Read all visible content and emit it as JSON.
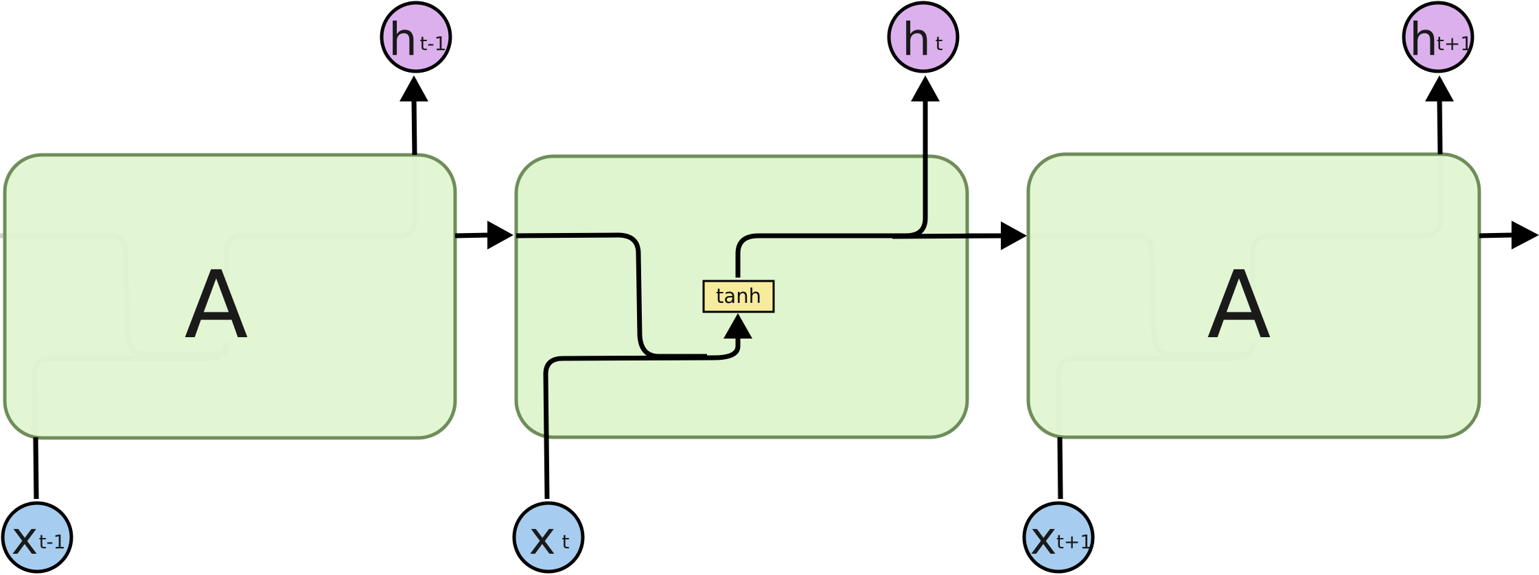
{
  "cells": [
    {
      "label": "A",
      "faded": true
    },
    {
      "label": "",
      "faded": false
    },
    {
      "label": "A",
      "faded": true
    }
  ],
  "inputs": [
    {
      "main": "x",
      "sub": "t-1"
    },
    {
      "main": "x",
      "sub": "t"
    },
    {
      "main": "x",
      "sub": "t+1"
    }
  ],
  "outputs": [
    {
      "main": "h",
      "sub": "t-1"
    },
    {
      "main": "h",
      "sub": "t"
    },
    {
      "main": "h",
      "sub": "t+1"
    }
  ],
  "gate": {
    "label": "tanh"
  },
  "colors": {
    "cell_fill": "#dff5d0",
    "cell_stroke": "#6f8d5a",
    "input_fill": "#a6cdef",
    "output_fill": "#dcb0ec",
    "gate_fill": "#f7ec9e",
    "line": "#000000"
  }
}
